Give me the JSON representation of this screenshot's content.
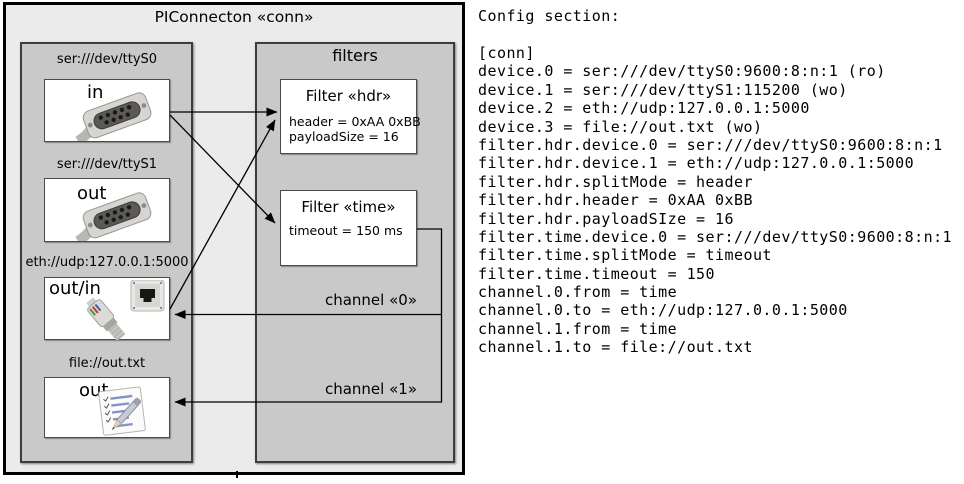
{
  "diagram": {
    "title": "PIConnecton «conn»",
    "devices": [
      {
        "label": "ser:///dev/ttyS0",
        "port": "in",
        "icon": "serial-connector-photo"
      },
      {
        "label": "ser:///dev/ttyS1",
        "port": "out",
        "icon": "serial-connector-photo"
      },
      {
        "label": "eth://udp:127.0.0.1:5000",
        "port": "out/in",
        "icon": "ethernet-connector-photo"
      },
      {
        "label": "file://out.txt",
        "port": "out",
        "icon": "notepad-photo"
      }
    ],
    "filters_group": {
      "title": "filters",
      "filters": [
        {
          "title": "Filter «hdr»",
          "properties": [
            "header = 0xAA 0xBB",
            "payloadSize = 16"
          ]
        },
        {
          "title": "Filter «time»",
          "properties": [
            "timeout = 150 ms"
          ]
        }
      ]
    },
    "channels": [
      {
        "label": "channel «0»"
      },
      {
        "label": "channel «1»"
      }
    ]
  },
  "config": {
    "heading": "Config section:",
    "lines": [
      "[conn]",
      "device.0 = ser:///dev/ttyS0:9600:8:n:1 (ro)",
      "device.1 = ser:///dev/ttyS1:115200 (wo)",
      "device.2 = eth://udp:127.0.0.1:5000",
      "device.3 = file://out.txt (wo)",
      "filter.hdr.device.0 = ser:///dev/ttyS0:9600:8:n:1",
      "filter.hdr.device.1 = eth://udp:127.0.0.1:5000",
      "filter.hdr.splitMode = header",
      "filter.hdr.header = 0xAA 0xBB",
      "filter.hdr.payloadSIze = 16",
      "filter.time.device.0 = ser:///dev/ttyS0:9600:8:n:1",
      "filter.time.splitMode = timeout",
      "filter.time.timeout = 150",
      "channel.0.from = time",
      "channel.0.to = eth://udp:127.0.0.1:5000",
      "channel.1.from = time",
      "channel.1.to = file://out.txt"
    ]
  },
  "colors": {
    "canvas": "#ffffff",
    "outer_fill": "#ebebeb",
    "group_fill": "#c9c9c9",
    "node_fill": "#ffffff",
    "border": "#000000",
    "text": "#000000"
  }
}
